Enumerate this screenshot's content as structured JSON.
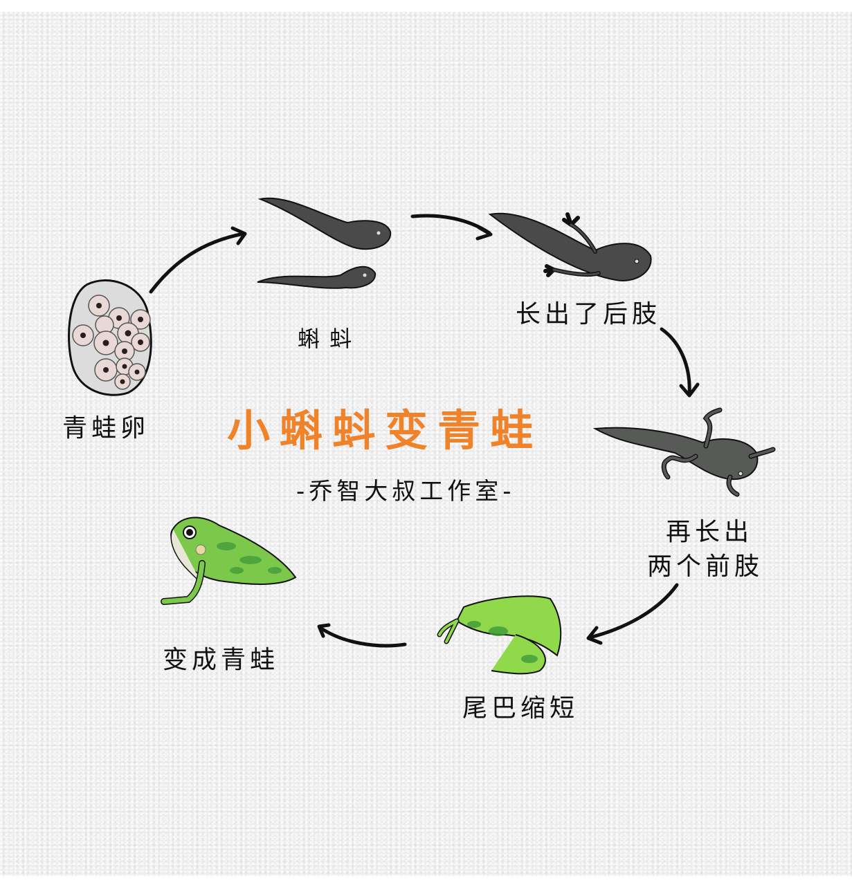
{
  "title": "小蝌蚪变青蛙",
  "subtitle": "-乔智大叔工作室-",
  "colors": {
    "title": "#f0822a",
    "paper": "#ededed",
    "ink": "#111111",
    "tadpole": "#4a4a4a",
    "frog_light": "#8fd94a",
    "frog_dark": "#3f9a3a",
    "egg": "#e8d9d6"
  },
  "stages": [
    {
      "id": "eggs",
      "label": "青蛙卵",
      "icon": "frog-eggs"
    },
    {
      "id": "tadpole",
      "label": "蝌蚪",
      "icon": "tadpole"
    },
    {
      "id": "hind_legs",
      "label": "长出了后肢",
      "icon": "tadpole-hind-legs"
    },
    {
      "id": "front_legs",
      "label_line1": "再长出",
      "label_line2": "两个前肢",
      "icon": "tadpole-four-legs"
    },
    {
      "id": "tail_shrinks",
      "label": "尾巴缩短",
      "icon": "froglet"
    },
    {
      "id": "frog",
      "label": "变成青蛙",
      "icon": "frog"
    }
  ],
  "arrows": [
    {
      "from": "eggs",
      "to": "tadpole"
    },
    {
      "from": "tadpole",
      "to": "hind_legs"
    },
    {
      "from": "hind_legs",
      "to": "front_legs"
    },
    {
      "from": "front_legs",
      "to": "tail_shrinks"
    },
    {
      "from": "tail_shrinks",
      "to": "frog"
    }
  ]
}
